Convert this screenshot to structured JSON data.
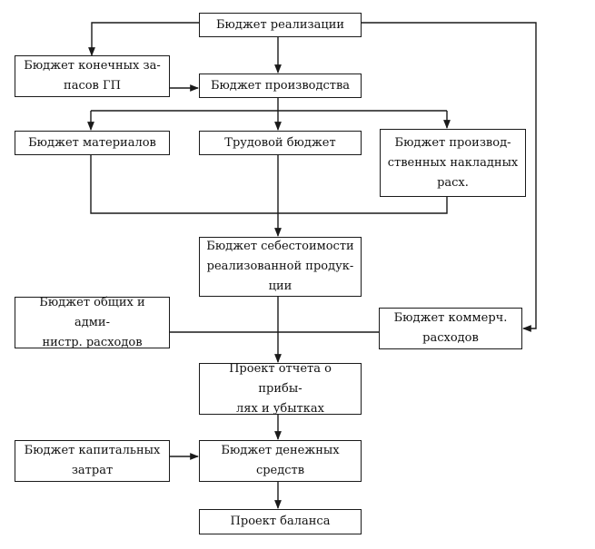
{
  "diagram": {
    "nodes": {
      "sales_budget": "Бюджет реализации",
      "ending_inventory_budget": "Бюджет конечных за-\nпасов ГП",
      "production_budget": "Бюджет производства",
      "materials_budget": "Бюджет материалов",
      "labor_budget": "Трудовой бюджет",
      "overhead_budget": "Бюджет производ-\nственных накладных\nрасх.",
      "cogs_budget": "Бюджет себестоимости\nреализованной продук-\nции",
      "admin_budget": "Бюджет общих и адми-\nнистр. расходов",
      "selling_budget": "Бюджет коммерч.\nрасходов",
      "pl_projection": "Проект отчета о прибы-\nлях и убытках",
      "capex_budget": "Бюджет капитальных\nзатрат",
      "cash_budget": "Бюджет денежных\nсредств",
      "balance_projection": "Проект баланса"
    },
    "colors": {
      "line": "#1a1a1a",
      "box_border": "#1a1a1a",
      "background": "#ffffff",
      "text": "#111111"
    }
  }
}
